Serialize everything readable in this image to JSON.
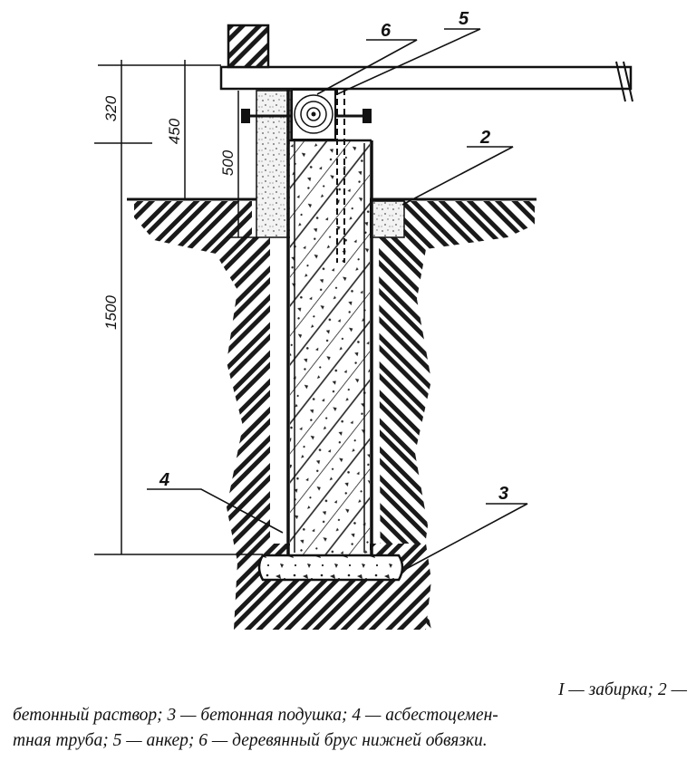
{
  "dimensions": {
    "d320": "320",
    "d450": "450",
    "d500": "500",
    "d1500": "1500"
  },
  "callouts": {
    "n2": "2",
    "n3": "3",
    "n4": "4",
    "n5": "5",
    "n6": "6"
  },
  "caption": {
    "line1": "I — забирка; 2 —",
    "line2": "бетонный раствор; 3 — бетонная подушка; 4 — асбестоцемен-",
    "line3": "тная труба; 5 — анкер; 6 — деревянный брус нижней обвязки."
  }
}
